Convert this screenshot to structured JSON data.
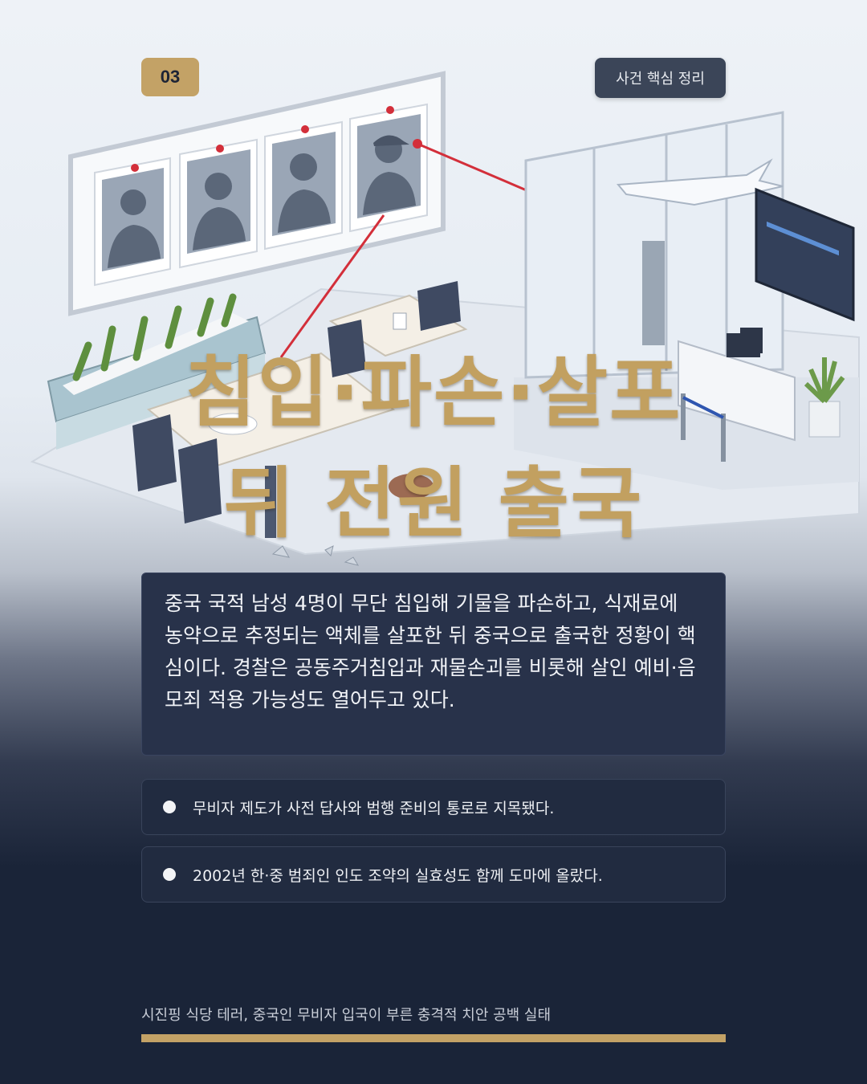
{
  "badge": {
    "number": "03",
    "tag": "사건 핵심 정리"
  },
  "headline": {
    "line1": "침입·파손·살포",
    "line2": "뒤 전원 출국"
  },
  "summary": "중국 국적 남성 4명이 무단 침입해 기물을 파손하고, 식재료에 농약으로 추정되는 액체를 살포한 뒤 중국으로 출국한 정황이 핵심이다. 경찰은 공동주거침입과 재물손괴를 비롯해 살인 예비·음모죄 적용 가능성도 열어두고 있다.",
  "points": [
    {
      "text": "무비자 제도가 사전 답사와 범행 준비의 통로로 지목됐다."
    },
    {
      "text": "2002년 한·중 범죄인 인도 조약의 실효성도 함께 도마에 올랐다."
    }
  ],
  "footer": {
    "caption": "시진핑 식당 테러, 중국인 무비자 입국이 부른 충격적 치안 공백 실태"
  },
  "colors": {
    "gold": "#c3a266",
    "navy": "#1a2438",
    "card": "#28324a",
    "pin_red": "#d32f3a"
  }
}
